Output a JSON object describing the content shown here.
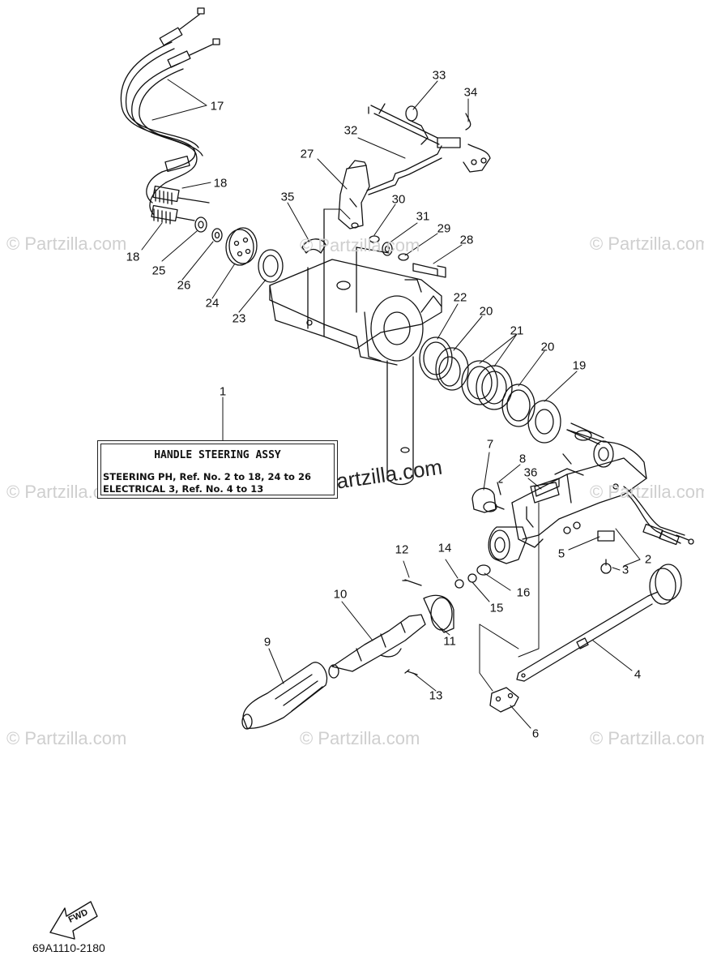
{
  "watermark": {
    "site": "Partzilla.com",
    "copyright": "©",
    "center_text": "© Partzilla.com"
  },
  "spec_box": {
    "title": "HANDLE  STEERING ASSY",
    "line1": "STEERING PH,  Ref. No. 2 to 18, 24 to 26",
    "line2": "ELECTRICAL 3, Ref. No. 4 to 13"
  },
  "fwd_label": "FWD",
  "diagram_code": "69A1110-2180",
  "callouts": [
    "1",
    "2",
    "3",
    "4",
    "5",
    "6",
    "7",
    "8",
    "9",
    "10",
    "11",
    "12",
    "13",
    "14",
    "15",
    "16",
    "17",
    "18",
    "18",
    "19",
    "20",
    "20",
    "21",
    "22",
    "23",
    "24",
    "25",
    "26",
    "27",
    "28",
    "29",
    "30",
    "31",
    "32",
    "33",
    "34",
    "35",
    "36"
  ],
  "colors": {
    "ink": "#111111",
    "watermark": "#cfcfcf",
    "background": "#ffffff"
  }
}
